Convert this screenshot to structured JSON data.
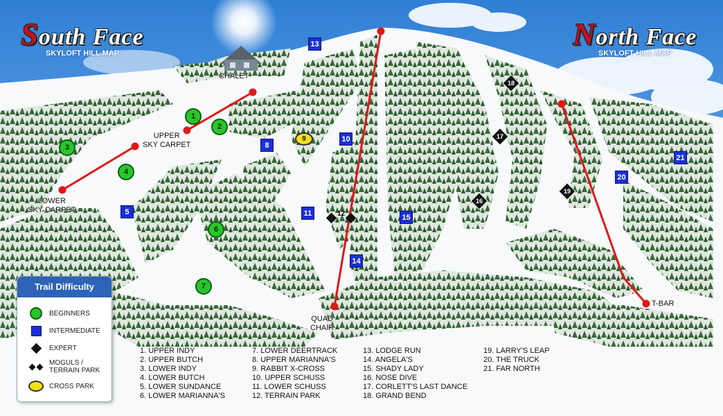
{
  "header": {
    "south": {
      "cap": "S",
      "rest": "outh Face",
      "subtitle": "SKYLOFT HILL MAP"
    },
    "north": {
      "cap": "N",
      "rest": "orth Face",
      "subtitle": "SKYLOFT HILL MAP"
    }
  },
  "places": {
    "chalet": "CHALET",
    "upper_sky_carpet": "UPPER\nSKY CARPET",
    "lower_sky_carpet": "LOWER\nSKY CARPET",
    "quad_chair": "QUAD\nCHAIR",
    "t_bar": "T-BAR"
  },
  "markers": {
    "m1": "1",
    "m2": "2",
    "m3": "3",
    "m4": "4",
    "m5": "5",
    "m6": "6",
    "m7": "7",
    "m8": "8",
    "m9": "9",
    "m10": "10",
    "m11": "11",
    "m12": "12",
    "m13": "13",
    "m14": "14",
    "m15": "15",
    "m16": "16",
    "m17": "17",
    "m18": "18",
    "m19": "19",
    "m20": "20",
    "m21": "21"
  },
  "legend": {
    "title": "Trail Difficulty",
    "beginners": "BEGINNERS",
    "intermediate": "INTERMEDIATE",
    "expert": "EXPERT",
    "moguls_1": "MOGULS /",
    "moguls_2": "TERRAIN PARK",
    "cross": "CROSS PARK"
  },
  "trails": {
    "col1": [
      "1. UPPER INDY",
      "2. UPPER BUTCH",
      "3. LOWER INDY",
      "4. LOWER BUTCH",
      "5. LOWER SUNDANCE",
      "6. LOWER MARIANNA'S"
    ],
    "col2": [
      "7. LOWER DEERTRACK",
      "8. UPPER MARIANNA'S",
      "9. RABBIT X-CROSS",
      "10. UPPER SCHUSS",
      "11. LOWER SCHUSS",
      "12. TERRAIN PARK"
    ],
    "col3": [
      "13. LODGE RUN",
      "14. ANGELA'S",
      "15. SHADY LADY",
      "16. NOSE DIVE",
      "17. CORLETT'S LAST DANCE",
      "18. GRAND BEND"
    ],
    "col4": [
      "19. LARRY'S LEAP",
      "20. THE TRUCK",
      "21. FAR NORTH"
    ]
  },
  "colors": {
    "sky": "#3f8fe0",
    "beginner": "#29c52b",
    "intermediate": "#1a2fd6",
    "expert": "#111111",
    "cross": "#f2e21a",
    "lift": "#e01818",
    "trees": "#3f6b3f"
  }
}
